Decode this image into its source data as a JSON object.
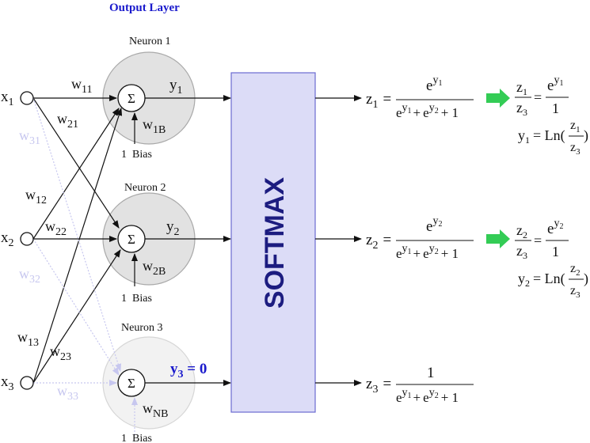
{
  "title": "Output Layer",
  "neurons": [
    {
      "label": "Neuron 1",
      "bias": "1  Bias"
    },
    {
      "label": "Neuron 2",
      "bias": "1  Bias"
    },
    {
      "label": "Neuron 3",
      "bias": "1  Bias"
    }
  ],
  "sum_symbol": "Σ",
  "softmax_label": "SOFTMAX",
  "inputs": [
    {
      "base": "x",
      "sub": "1"
    },
    {
      "base": "x",
      "sub": "2"
    },
    {
      "base": "x",
      "sub": "3"
    }
  ],
  "weights": {
    "w11": {
      "base": "w",
      "sub": "11"
    },
    "w21": {
      "base": "w",
      "sub": "21"
    },
    "w31": {
      "base": "w",
      "sub": "31"
    },
    "w12": {
      "base": "w",
      "sub": "12"
    },
    "w22": {
      "base": "w",
      "sub": "22"
    },
    "w32": {
      "base": "w",
      "sub": "32"
    },
    "w13": {
      "base": "w",
      "sub": "13"
    },
    "w23": {
      "base": "w",
      "sub": "23"
    },
    "w33": {
      "base": "w",
      "sub": "33"
    },
    "w1B": {
      "base": "w",
      "sub": "1B"
    },
    "w2B": {
      "base": "w",
      "sub": "2B"
    },
    "wNB": {
      "base": "w",
      "sub": "NB"
    }
  },
  "outputs": {
    "y1": {
      "base": "y",
      "sub": "1"
    },
    "y2": {
      "base": "y",
      "sub": "2"
    },
    "y3": {
      "base": "y",
      "sub": "3",
      "suffix": " = 0"
    }
  },
  "formulas": {
    "z1_lhs": {
      "base": "z",
      "sub": "1",
      "eq": "="
    },
    "z2_lhs": {
      "base": "z",
      "sub": "2",
      "eq": "="
    },
    "z3_lhs": {
      "base": "z",
      "sub": "3",
      "eq": "="
    },
    "z1_num": "e^y1",
    "z2_num": "e^y2",
    "z3_num": "1",
    "denominator": {
      "e": "e",
      "y1": "y",
      "s1": "1",
      "plus1": "+",
      "y2": "y",
      "s2": "2",
      "plus2": "+ 1"
    },
    "ratio1": {
      "z_top": "z",
      "s_top": "1",
      "z_bot": "z",
      "s_bot": "3",
      "eq": "=",
      "rhs_bot": "1"
    },
    "ratio2": {
      "z_top": "z",
      "s_top": "2",
      "z_bot": "z",
      "s_bot": "3",
      "eq": "=",
      "rhs_bot": "1"
    },
    "log1": {
      "y": "y",
      "s": "1",
      "eq": "= Ln(",
      "close": ")"
    },
    "log2": {
      "y": "y",
      "s": "2",
      "eq": "= Ln(",
      "close": ")"
    }
  },
  "colors": {
    "neuron_fill": "#e2e2e2",
    "neuron_stroke": "#a9a9a9",
    "neuron3_fill": "#f2f2f2",
    "softmax_fill": "#dcdcf7",
    "softmax_stroke": "#6a6ad0",
    "softmax_text": "#1c1c80",
    "faint": "#c7c7ef",
    "arrow_green": "#33cc55",
    "title_blue": "#1a1acc"
  },
  "icons": [
    "green-arrow-icon",
    "sum-icon"
  ]
}
